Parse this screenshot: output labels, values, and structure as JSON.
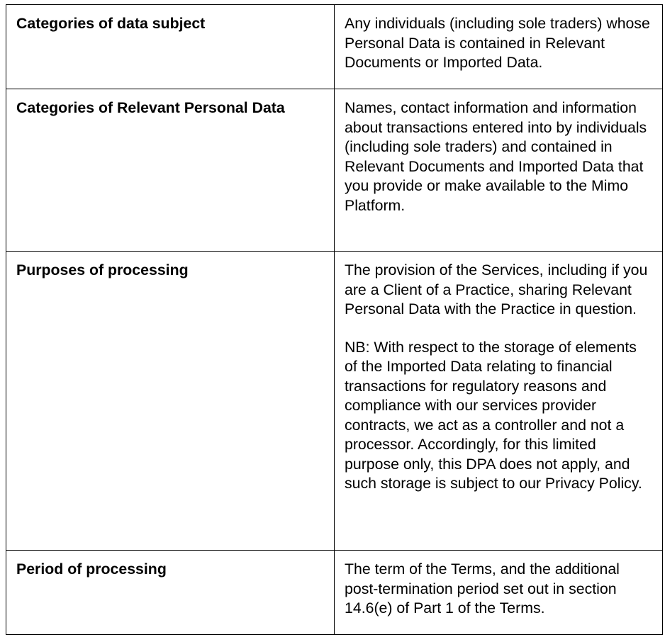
{
  "table": {
    "rows": [
      {
        "label": "Categories of data subject",
        "paragraphs": [
          "Any individuals (including sole traders) whose Personal Data is contained in Relevant Documents or Imported Data."
        ]
      },
      {
        "label": "Categories of Relevant Personal Data",
        "paragraphs": [
          "Names, contact information and information about transactions entered into by individuals (including sole traders) and contained in Relevant Documents and Imported Data that you provide or make available to the Mimo Platform."
        ]
      },
      {
        "label": "Purposes of processing",
        "paragraphs": [
          "The provision of the Services, including if you are a Client of a Practice, sharing Relevant Personal Data with the Practice in question.",
          "NB: With respect to the storage of elements of the Imported Data relating to financial transactions for regulatory reasons and compliance with our services provider contracts, we act as a controller and not a processor. Accordingly, for this limited purpose only, this DPA does not apply, and such storage is subject to our Privacy Policy."
        ]
      },
      {
        "label": "Period of processing",
        "paragraphs": [
          "The term of the Terms, and the additional post-termination period set out in section 14.6(e) of Part 1 of the Terms."
        ]
      }
    ]
  }
}
